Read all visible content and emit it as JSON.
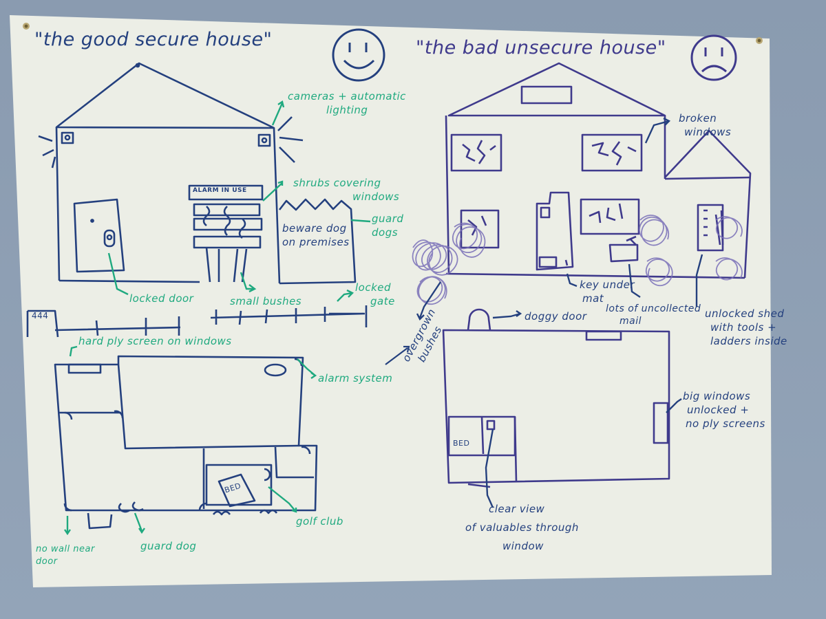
{
  "good": {
    "title": "\"the good secure house\"",
    "labels": {
      "cameras_1": "cameras + automatic",
      "cameras_2": "lighting",
      "alarm_box": "ALARM IN USE",
      "shrubs_1": "shrubs covering",
      "shrubs_2": "windows",
      "beware_1": "beware dog",
      "beware_2": "on premises",
      "guard_dogs_1": "guard",
      "guard_dogs_2": "dogs",
      "locked_door": "locked door",
      "small_bushes": "small bushes",
      "locked_gate_1": "locked",
      "locked_gate_2": "gate",
      "house_number": "444",
      "ply_screen": "hard ply screen on windows",
      "alarm_system": "alarm system",
      "bed": "BED",
      "golf_club": "golf club",
      "no_wall_1": "no wall near",
      "no_wall_2": "door",
      "guard_dog": "guard dog"
    }
  },
  "bad": {
    "title": "\"the bad unsecure house\"",
    "labels": {
      "broken_1": "broken",
      "broken_2": "windows",
      "key_1": "key under",
      "key_2": "mat",
      "mail_1": "lots of uncollected",
      "mail_2": "mail",
      "shed_1": "unlocked shed",
      "shed_2": "with tools +",
      "shed_3": "ladders inside",
      "doggy_door": "doggy door",
      "overgrown_1": "overgrown",
      "overgrown_2": "bushes",
      "big_windows_1": "big windows",
      "big_windows_2": "unlocked +",
      "big_windows_3": "no ply screens",
      "bed": "BED",
      "clear_view_1": "clear view",
      "clear_view_2": "of valuables through",
      "clear_view_3": "window"
    }
  },
  "colors": {
    "paper": "#eceee6",
    "board": "#8fa0b3",
    "blue_ink": "#24407e",
    "green_ink": "#1fa97f",
    "purple_ink": "#3f3a8c",
    "scribble": "#7a70b8"
  },
  "icons": [
    "happy-face-icon",
    "sad-face-icon",
    "push-pin-icon"
  ]
}
